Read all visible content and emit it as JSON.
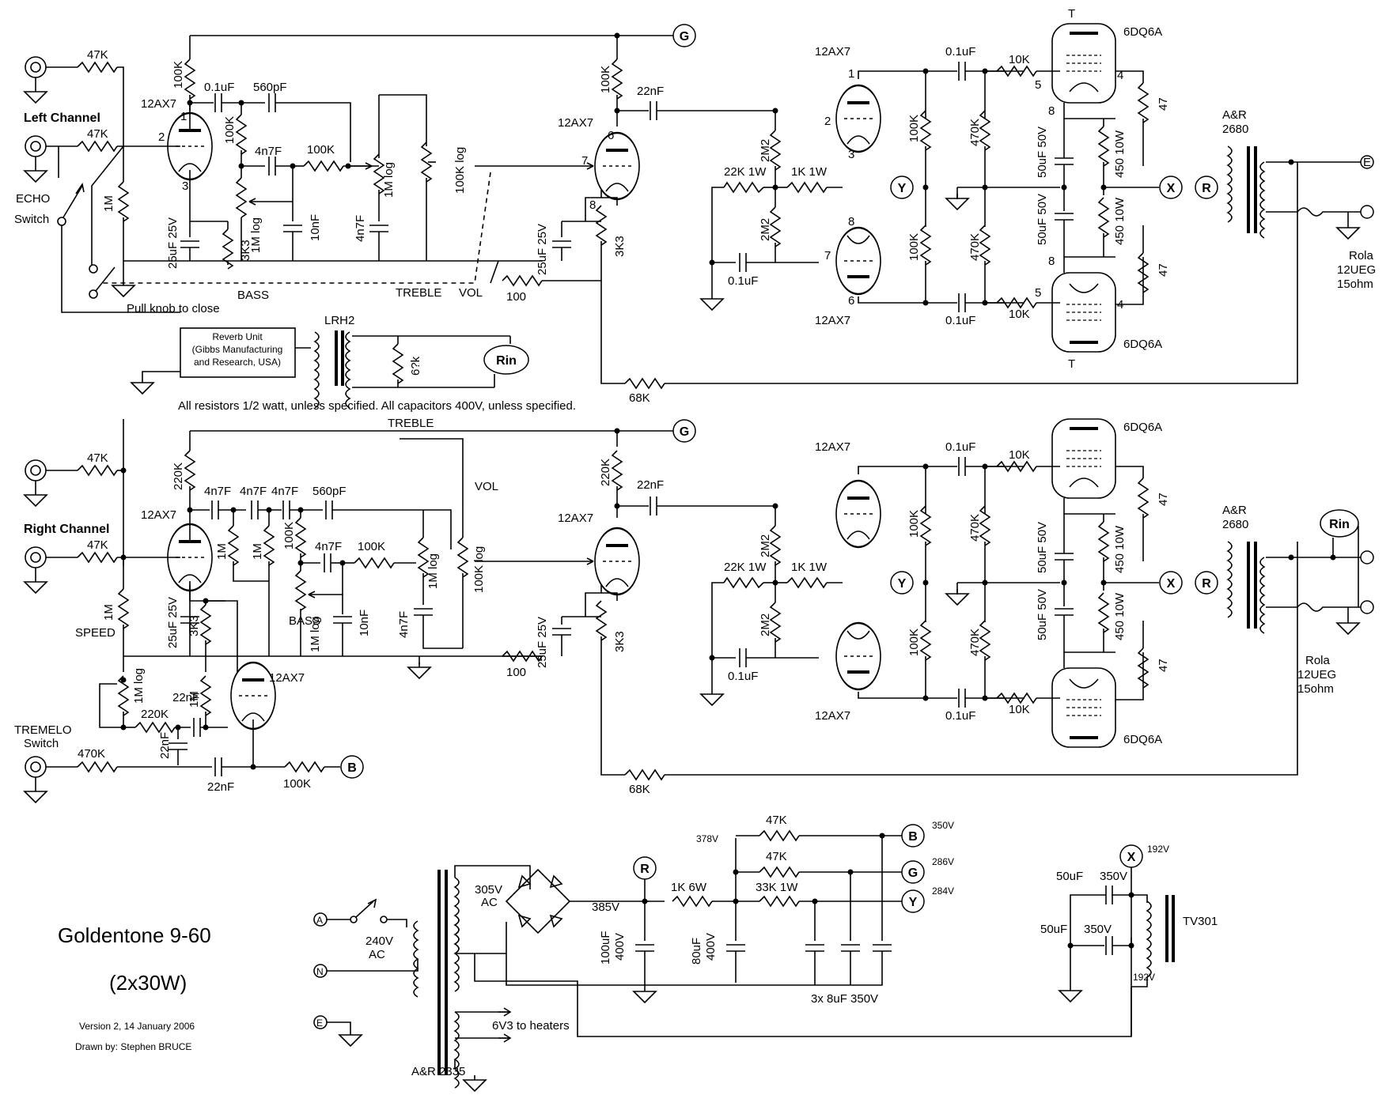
{
  "title": "Goldentone 9-60",
  "subtitle": "(2x30W)",
  "version": "Version 2, 14 January 2006",
  "drawn_by": "Drawn by: Stephen BRUCE",
  "note": "All resistors 1/2 watt, unless specified.   All capacitors 400V, unless specified.",
  "pull_knob": "Pull knob to close",
  "reverb": {
    "line1": "Reverb Unit",
    "line2": "(Gibbs Manufacturing",
    "line3": "and Research, USA)",
    "xfmr": "LRH2",
    "res": "6?k",
    "rin": "Rin"
  },
  "left": {
    "channel": "Left Channel",
    "echo1": "ECHO",
    "echo2": "Switch",
    "r_in1": "47K",
    "r_in2": "47K",
    "r_grid": "1M",
    "r_plate": "100K",
    "c1": "0.1uF",
    "c2": "560pF",
    "r_tone": "100K",
    "c_tone": "4n7F",
    "c_bypass": "25uF 25V",
    "r_cath": "3K3",
    "pot_bass": "1M log",
    "c_bass": "10nF",
    "pot_treble": "1M log",
    "c_treble": "4n7F",
    "pot_vol": "100K log",
    "lbl_bass": "BASS",
    "lbl_treble": "TREBLE",
    "lbl_vol": "VOL",
    "tube1": "12AX7",
    "tube2": "12AX7",
    "tube3": "12AX7",
    "tube3b": "12AX7",
    "pin1": "1",
    "pin2": "2",
    "pin3": "3",
    "pin6": "6",
    "pin7": "7",
    "pin8": "8",
    "r_plate2": "100K",
    "c_couple": "22nF",
    "r_100": "100",
    "c_bypass2": "25uF 25V",
    "r_cath2": "3K3",
    "pi_2m2a": "2M2",
    "pi_2m2b": "2M2",
    "pi_22k": "22K 1W",
    "pi_1k": "1K 1W",
    "pi_c": "0.1uF",
    "pi_pin1": "1",
    "pi_pin2": "2",
    "pi_pin3": "3",
    "pi_pin6": "6",
    "pi_pin7": "7",
    "pi_pin8": "8",
    "r_100k_a": "100K",
    "r_100k_b": "100K",
    "r_470k_a": "470K",
    "r_470k_b": "470K",
    "c_top": "0.1uF",
    "c_bot": "0.1uF",
    "r_10k_top": "10K",
    "r_10k_bot": "10K",
    "c50_a": "50uF 50V",
    "c50_b": "50uF 50V",
    "r450_a": "450 10W",
    "r450_b": "450 10W",
    "r47_a": "47",
    "r47_b": "47",
    "fb": "68K",
    "pwr_top": "6DQ6A",
    "pwr_bot": "6DQ6A",
    "pin_t": "T",
    "pin4": "4",
    "pin5": "5",
    "pin8p": "8",
    "ot1": "A&R",
    "ot2": "2680",
    "spk1": "Rola",
    "spk2": "12UEG",
    "spk3": "15ohm",
    "node_g": "G",
    "node_y": "Y",
    "node_x": "X",
    "node_r": "R"
  },
  "right": {
    "channel": "Right Channel",
    "r_in1": "47K",
    "r_in2": "47K",
    "r_grid": "1M",
    "r_plate": "220K",
    "c_a": "4n7F",
    "c_b": "4n7F",
    "c_c": "4n7F",
    "c_d": "560pF",
    "r_1m_a": "1M",
    "r_1m_b": "1M",
    "r_tone_a": "100K",
    "r_tone": "100K",
    "c_tone": "4n7F",
    "c_bypass": "25uF 25V",
    "r_cath": "3K3",
    "pot_bass": "1M log",
    "c_bass": "10nF",
    "pot_treble": "1M log",
    "c_treble": "4n7F",
    "pot_vol": "100K log",
    "lbl_bass": "BASS",
    "lbl_treble": "TREBLE",
    "lbl_vol": "VOL",
    "tube1": "12AX7",
    "tube2": "12AX7",
    "tube3": "12AX7",
    "tube3b": "12AX7",
    "tube_trem": "12AX7",
    "r_plate2": "220K",
    "c_couple": "22nF",
    "r_100": "100",
    "c_bypass2": "25uF 25V",
    "r_cath2": "3K3",
    "speed": "SPEED",
    "pot_speed": "1M log",
    "r_1m_trem": "1M",
    "r_220k": "220K",
    "c_22a": "22nF",
    "c_22b": "22nF",
    "c_22c": "22nF",
    "r_470k": "470K",
    "r_100k_b": "100K",
    "trem1": "TREMELO",
    "trem2": "Switch",
    "pi_2m2a": "2M2",
    "pi_2m2b": "2M2",
    "pi_22k": "22K 1W",
    "pi_1k": "1K 1W",
    "pi_c": "0.1uF",
    "r_100k_a": "100K",
    "r_100k_c": "100K",
    "r_470k_a": "470K",
    "r_470k_c": "470K",
    "c_top": "0.1uF",
    "c_bot": "0.1uF",
    "r_10k_top": "10K",
    "r_10k_bot": "10K",
    "c50_a": "50uF 50V",
    "c50_b": "50uF 50V",
    "r450_a": "450 10W",
    "r450_b": "450 10W",
    "r47_a": "47",
    "r47_b": "47",
    "fb": "68K",
    "pwr_top": "6DQ6A",
    "pwr_bot": "6DQ6A",
    "ot1": "A&R",
    "ot2": "2680",
    "spk1": "Rola",
    "spk2": "12UEG",
    "spk3": "15ohm",
    "rin": "Rin",
    "node_g": "G",
    "node_y": "Y",
    "node_x": "X",
    "node_r": "R",
    "node_b": "B"
  },
  "psu": {
    "a": "A",
    "n": "N",
    "e": "E",
    "mains1": "240V",
    "mains2": "AC",
    "sec1": "305V",
    "sec2": "AC",
    "xfmr": "A&R 2335",
    "heaters": "6V3 to heaters",
    "v385": "385V",
    "c100": "100uF",
    "c100v": "400V",
    "r1k6": "1K 6W",
    "c80": "80uF",
    "c80v": "400V",
    "v378": "378V",
    "r47a": "47K",
    "r47b": "47K",
    "r33k": "33K 1W",
    "c8": "3x 8uF 350V",
    "v350": "350V",
    "v286": "286V",
    "v284": "284V",
    "node_r": "R",
    "node_b": "B",
    "node_g": "G",
    "node_y": "Y",
    "node_x": "X",
    "v192a": "192V",
    "v192b": "192V",
    "c50a": "50uF",
    "c50av": "350V",
    "c50b": "50uF",
    "c50bv": "350V",
    "choke": "TV301"
  }
}
